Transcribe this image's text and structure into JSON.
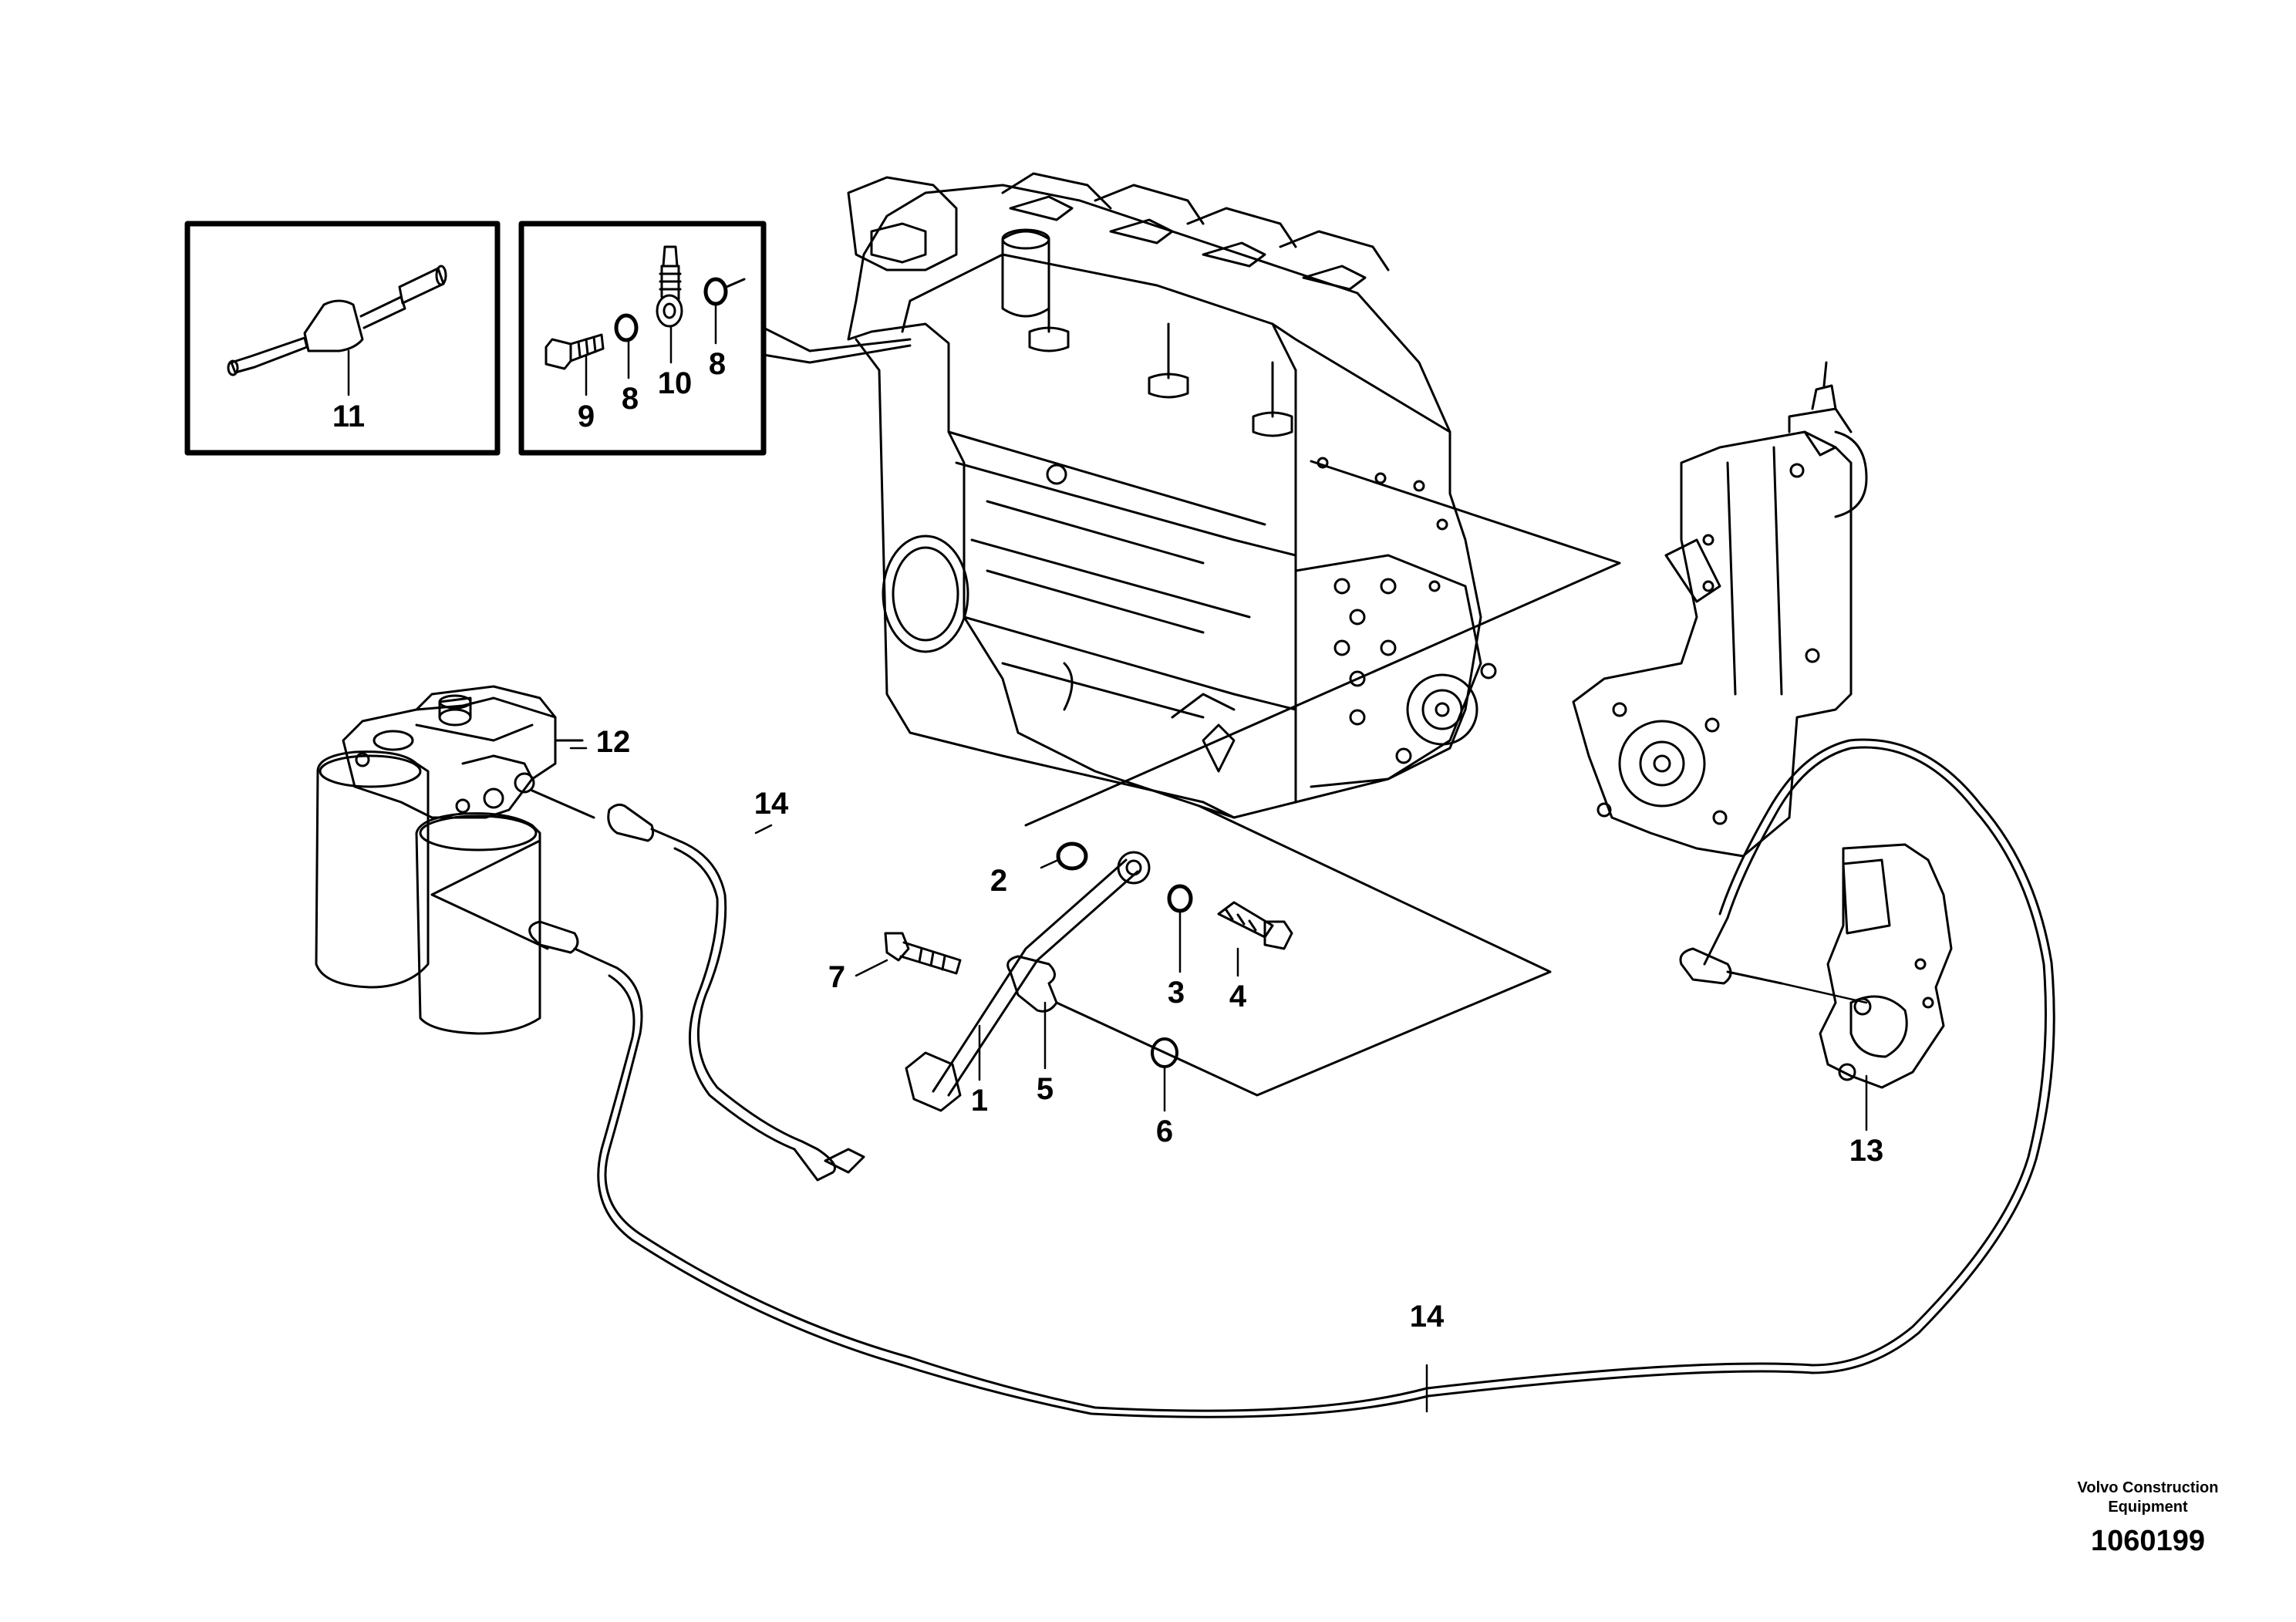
{
  "callouts": {
    "c1": "1",
    "c2": "2",
    "c3": "3",
    "c4": "4",
    "c5": "5",
    "c6": "6",
    "c7": "7",
    "c8a": "8",
    "c8b": "8",
    "c9": "9",
    "c10": "10",
    "c11": "11",
    "c12": "12",
    "c13": "13",
    "c14a": "14",
    "c14b": "14"
  },
  "footer": {
    "company_line1": "Volvo Construction",
    "company_line2": "Equipment",
    "drawing_number": "1060199"
  },
  "colors": {
    "line": "#000000",
    "background": "#ffffff"
  }
}
